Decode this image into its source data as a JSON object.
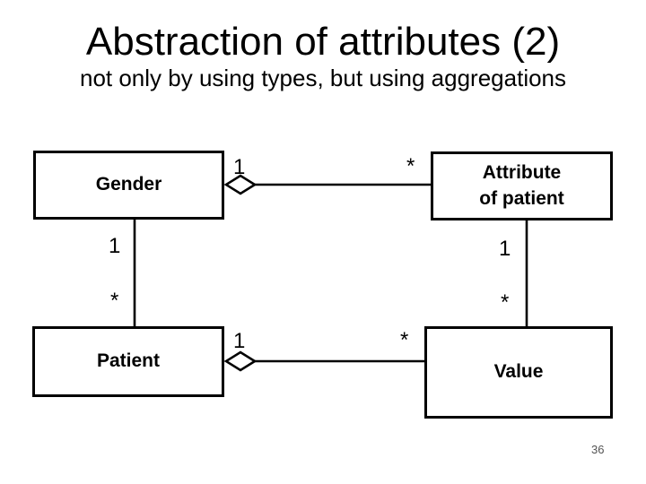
{
  "slide": {
    "title": "Abstraction of attributes (2)",
    "subtitle": "not only by using types, but using aggregations",
    "page_number": "36"
  },
  "colors": {
    "background": "#ffffff",
    "text": "#000000",
    "page_number_text": "#545454"
  },
  "diagram": {
    "type": "uml-class-aggregation",
    "nodes": [
      {
        "id": "gender",
        "label": "Gender"
      },
      {
        "id": "attribute-of-patient",
        "label": "Attribute\nof patient"
      },
      {
        "id": "patient",
        "label": "Patient"
      },
      {
        "id": "value",
        "label": "Value"
      }
    ],
    "edges": [
      {
        "from": "Gender",
        "to": "Attribute of patient",
        "type": "aggregation",
        "diamond_end": "Gender",
        "from_multiplicity": "1",
        "to_multiplicity": "*"
      },
      {
        "from": "Gender",
        "to": "Patient",
        "type": "association",
        "from_multiplicity": "1",
        "to_multiplicity": "*"
      },
      {
        "from": "Patient",
        "to": "Value",
        "type": "aggregation",
        "diamond_end": "Patient",
        "from_multiplicity": "1",
        "to_multiplicity": "*"
      },
      {
        "from": "Attribute of patient",
        "to": "Value",
        "type": "association",
        "from_multiplicity": "1",
        "to_multiplicity": "*"
      }
    ],
    "icons": {
      "aggregation_diamond": "open-diamond"
    }
  }
}
